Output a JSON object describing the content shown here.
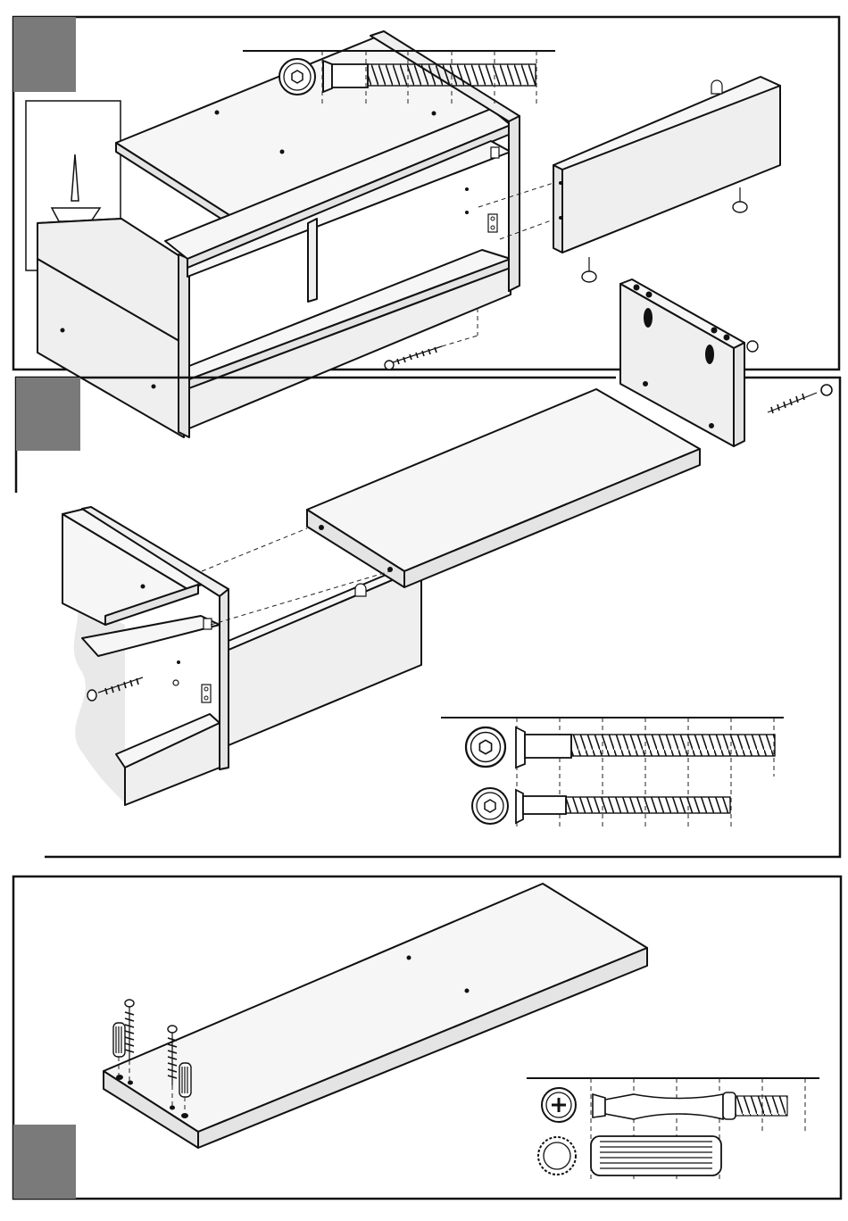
{
  "document": {
    "kind": "furniture-assembly-instructions",
    "steps": [
      {
        "id": "step-1",
        "tab_color": "#7a7a7a",
        "has_nail_inset": true,
        "fasteners": [
          "confirmat-screw",
          "glide-nail",
          "wood-screw",
          "hinge-plate"
        ]
      },
      {
        "id": "step-2",
        "tab_color": "#7a7a7a",
        "fasteners": [
          "confirmat-screw-long",
          "confirmat-screw-short",
          "wood-screw",
          "hinge-plate"
        ]
      },
      {
        "id": "step-3",
        "tab_color": "#7a7a7a",
        "fasteners": [
          "phillips-wood-screw",
          "wooden-dowel"
        ]
      }
    ],
    "icons": [
      "hex-socket-icon",
      "phillips-head-icon",
      "dowel-end-icon",
      "nail-icon"
    ],
    "colors": {
      "ink": "#111111",
      "panel": "#efefef",
      "tab": "#7a7a7a",
      "background": "#ffffff"
    }
  }
}
